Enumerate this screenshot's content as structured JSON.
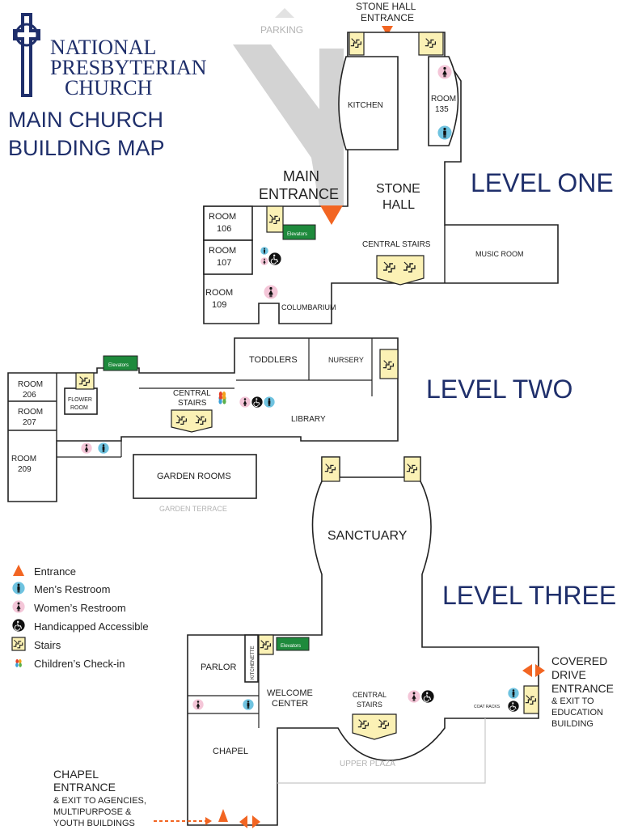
{
  "header": {
    "org_line1": "NATIONAL",
    "org_line2": "PRESBYTERIAN",
    "org_line3": "CHURCH",
    "title_line1": "MAIN CHURCH",
    "title_line2": "BUILDING MAP"
  },
  "levels": {
    "one": "LEVEL ONE",
    "two": "LEVEL TWO",
    "three": "LEVEL THREE"
  },
  "level_one": {
    "parking": "PARKING",
    "stone_hall_entrance_1": "STONE HALL",
    "stone_hall_entrance_2": "ENTRANCE",
    "kitchen": "KITCHEN",
    "room135_1": "ROOM",
    "room135_2": "135",
    "main_entrance_1": "MAIN",
    "main_entrance_2": "ENTRANCE",
    "stone_hall_1": "STONE",
    "stone_hall_2": "HALL",
    "room106_1": "ROOM",
    "room106_2": "106",
    "room107_1": "ROOM",
    "room107_2": "107",
    "room109_1": "ROOM",
    "room109_2": "109",
    "elevators": "Elevators",
    "central_stairs": "CENTRAL STAIRS",
    "music_room": "MUSIC ROOM",
    "columbarium": "COLUMBARIUM"
  },
  "level_two": {
    "toddlers": "TODDLERS",
    "nursery": "NURSERY",
    "room206_1": "ROOM",
    "room206_2": "206",
    "room207_1": "ROOM",
    "room207_2": "207",
    "room209_1": "ROOM",
    "room209_2": "209",
    "flower_room_1": "FLOWER",
    "flower_room_2": "ROOM",
    "elevators": "Elevators",
    "central_stairs_1": "CENTRAL",
    "central_stairs_2": "STAIRS",
    "library": "LIBRARY",
    "garden_rooms": "GARDEN ROOMS",
    "garden_terrace": "GARDEN TERRACE"
  },
  "level_three": {
    "sanctuary": "SANCTUARY",
    "parlor": "PARLOR",
    "kitchenette": "KITCHENETTE",
    "elevators": "Elevators",
    "welcome_center_1": "WELCOME",
    "welcome_center_2": "CENTER",
    "central_stairs_1": "CENTRAL",
    "central_stairs_2": "STAIRS",
    "coat_racks": "COAT RACKS",
    "chapel": "CHAPEL",
    "upper_plaza": "UPPER PLAZA",
    "covered_1": "COVERED",
    "covered_2": "DRIVE",
    "covered_3": "ENTRANCE",
    "covered_4": "& EXIT TO",
    "covered_5": "EDUCATION",
    "covered_6": "BUILDING",
    "chapel_entrance_1": "CHAPEL",
    "chapel_entrance_2": "ENTRANCE",
    "chapel_entrance_3": "& EXIT TO AGENCIES,",
    "chapel_entrance_4": "MULTIPURPOSE &",
    "chapel_entrance_5": "YOUTH BUILDINGS"
  },
  "legend": [
    {
      "label": "Entrance",
      "icon": "entrance-triangle-icon"
    },
    {
      "label": "Men’s Restroom",
      "icon": "mens-restroom-icon"
    },
    {
      "label": "Women’s Restroom",
      "icon": "womens-restroom-icon"
    },
    {
      "label": "Handicapped Accessible",
      "icon": "accessible-icon"
    },
    {
      "label": "Stairs",
      "icon": "stairs-icon"
    },
    {
      "label": "Children’s Check-in",
      "icon": "childrens-checkin-icon"
    }
  ],
  "colors": {
    "navy": "#1f2f6b",
    "entrance_orange": "#f26522",
    "stairs_yellow": "#fbf1b5",
    "elevator_green": "#1e8a3c",
    "mens_blue": "#6fc3e0",
    "womens_pink": "#f4c6d8"
  }
}
